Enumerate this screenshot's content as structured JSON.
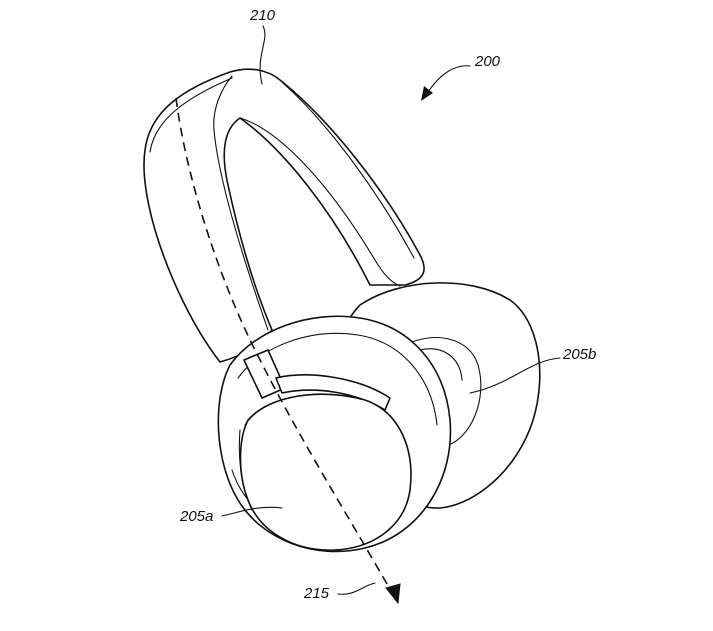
{
  "labels": {
    "device": "200",
    "headband": "210",
    "earcup_right": "205b",
    "earcup_left": "205a",
    "axis": "215"
  },
  "colors": {
    "line": "#111111",
    "background": "#ffffff"
  }
}
